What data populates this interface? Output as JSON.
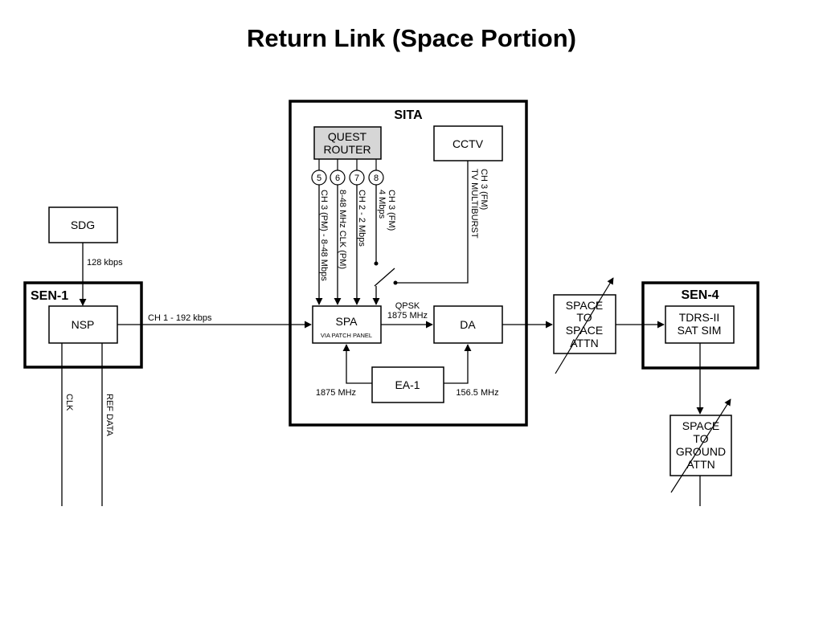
{
  "title": "Return Link (Space Portion)",
  "sita": {
    "label": "SITA"
  },
  "quest_router": {
    "line1": "QUEST",
    "line2": "ROUTER"
  },
  "cctv": {
    "label": "CCTV"
  },
  "sdg": {
    "label": "SDG",
    "rate": "128 kbps"
  },
  "sen1": {
    "label": "SEN-1",
    "nsp": "NSP",
    "clk": "CLK",
    "ref_data": "REF DATA"
  },
  "ch1_link": "CH 1 - 192 kbps",
  "channels": [
    {
      "num": "5",
      "line1": "CH 3 (PM) - 8-48 Mbps",
      "line2": ""
    },
    {
      "num": "6",
      "line1": "8-48 MHz CLK (PM)",
      "line2": ""
    },
    {
      "num": "7",
      "line1": "CH 2 - 2 Mbps",
      "line2": ""
    },
    {
      "num": "8",
      "line1": "CH 3 (FM)",
      "line2": "4 Mbps"
    }
  ],
  "cctv_channel": {
    "line1": "CH 3 (FM)",
    "line2": "TV MULTIBURST"
  },
  "spa": {
    "label": "SPA",
    "sub": "VIA PATCH PANEL"
  },
  "qpsk": {
    "line1": "QPSK",
    "line2": "1875 MHz"
  },
  "da": {
    "label": "DA"
  },
  "ea1": {
    "label": "EA-1",
    "left_freq": "1875 MHz",
    "right_freq": "156.5 MHz"
  },
  "space_to_space": {
    "line1": "SPACE",
    "line2": "TO",
    "line3": "SPACE",
    "line4": "ATTN"
  },
  "sen4": {
    "label": "SEN-4",
    "tdrs_line1": "TDRS-II",
    "tdrs_line2": "SAT SIM"
  },
  "space_to_ground": {
    "line1": "SPACE",
    "line2": "TO",
    "line3": "GROUND",
    "line4": "ATTN"
  }
}
